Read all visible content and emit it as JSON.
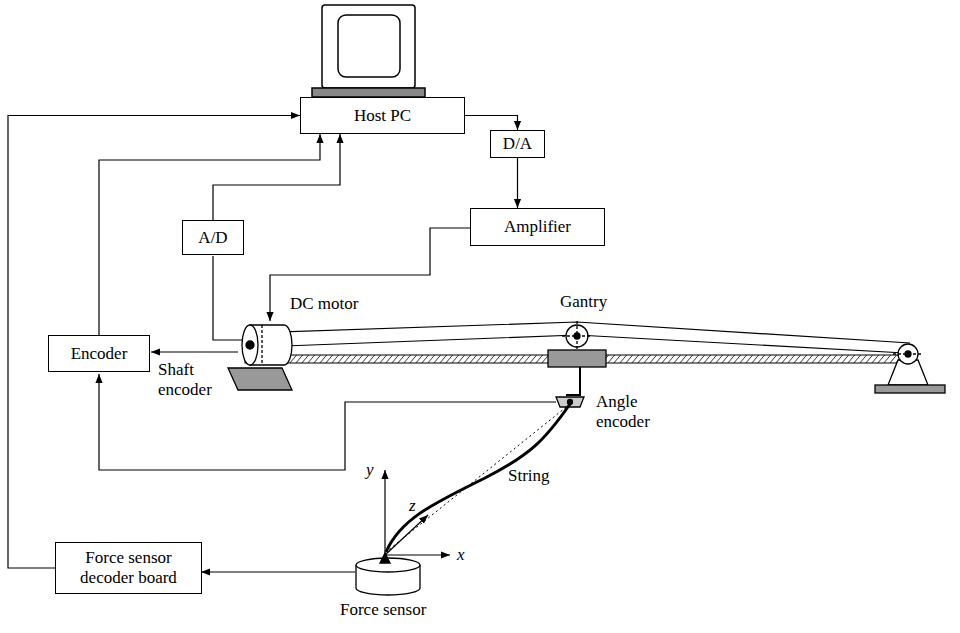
{
  "diagram": {
    "nodes": [
      {
        "text": [
          "Host PC"
        ]
      },
      {
        "text": [
          "D/A"
        ]
      },
      {
        "text": [
          "Amplifier"
        ]
      },
      {
        "text": [
          "A/D"
        ]
      },
      {
        "text": [
          "Encoder"
        ]
      },
      {
        "text": [
          "Force sensor decoder board"
        ]
      }
    ],
    "edges": [
      {
        "from": 0,
        "to": 1,
        "arrow": "to"
      },
      {
        "from": 1,
        "to": 2,
        "arrow": "to"
      },
      {
        "from": 3,
        "to": 0,
        "arrow": "to"
      },
      {
        "from": 4,
        "to": 0,
        "arrow": "to"
      },
      {
        "from": 5,
        "to": 0,
        "arrow": "to"
      }
    ],
    "labels": [
      "DC motor",
      "Gantry",
      "Shaft encoder",
      "Angle encoder",
      "String",
      "y",
      "z",
      "x",
      "Force sensor"
    ]
  }
}
